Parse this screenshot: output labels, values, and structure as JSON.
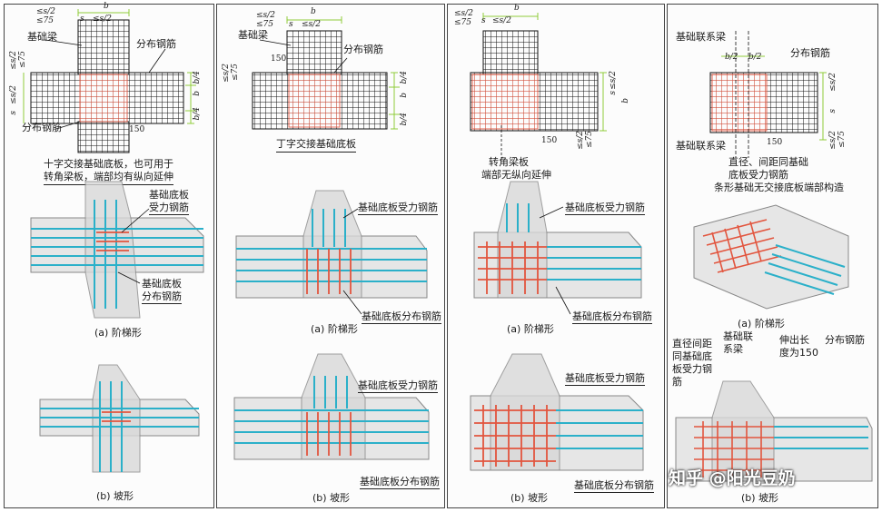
{
  "panel1": {
    "plan_labels": {
      "beam": "基础梁",
      "dist_top": "分布钢筋",
      "dist_bottom": "分布钢筋",
      "dim_b": "b",
      "dim_s2_top": "≤s/2",
      "dim_75_top": "≤75",
      "dim_s_top": "s",
      "dim_s2_top2": "≤s/2",
      "dim_s2_left": "≤s/2",
      "dim_75_left": "≤75",
      "dim_s_left": "s",
      "dim_s2_left2": "≤s/2",
      "dim_b4_a": "b/4",
      "dim_b_r": "b",
      "dim_b4_b": "b/4",
      "dim_150": "150"
    },
    "caption_line1": "十字交接基础底板，也可用于",
    "caption_line2": "转角梁板，端部均有纵向延伸",
    "iso_a_labels": {
      "force": "基础底板",
      "force2": "受力钢筋",
      "dist": "基础底板",
      "dist2": "分布钢筋"
    },
    "sub_a": "(a) 阶梯形",
    "sub_b": "(b) 坡形"
  },
  "panel2": {
    "plan_labels": {
      "beam": "基础梁",
      "dist": "分布钢筋",
      "dim_b": "b",
      "dim_s2_top": "≤s/2",
      "dim_75_top": "≤75",
      "dim_s_top": "s",
      "dim_s2_top2": "≤s/2",
      "dim_150": "150",
      "dim_s2_left": "≤s/2",
      "dim_75_left": "≤75",
      "dim_b4_a": "b/4",
      "dim_b_r": "b",
      "dim_b4_b": "b/4"
    },
    "caption": "丁字交接基础底板",
    "iso_a_force": "基础底板受力钢筋",
    "iso_a_dist": "基础底板分布钢筋",
    "sub_a": "(a) 阶梯形",
    "iso_b_force": "基础底板受力钢筋",
    "iso_b_dist": "基础底板分布钢筋",
    "sub_b": "(b) 坡形"
  },
  "panel3": {
    "plan_labels": {
      "dim_b": "b",
      "dim_s2_top": "≤s/2",
      "dim_75_top": "≤75",
      "dim_s_top": "s",
      "dim_s2_top2": "≤s/2",
      "dim_s2_r": "≤s/2",
      "dim_s_r": "s",
      "dim_b_r": "b",
      "dim_150": "150",
      "dim_s2_b": "≤s/2",
      "dim_75_b": "≤75"
    },
    "caption_line1": "转角梁板",
    "caption_line2": "端部无纵向延伸",
    "iso_a_force": "基础底板受力钢筋",
    "iso_a_dist": "基础底板分布钢筋",
    "sub_a": "(a) 阶梯形",
    "iso_b_force": "基础底板受力钢筋",
    "iso_b_dist": "基础底板分布钢筋",
    "sub_b": "(b) 坡形"
  },
  "panel4": {
    "plan_labels": {
      "tie_top": "基础联系梁",
      "dist": "分布钢筋",
      "dim_b2_a": "b/2",
      "dim_b2_b": "b/2",
      "dim_s2_r": "≤s/2",
      "dim_s_r": "s",
      "dim_s2_r2": "≤s/2",
      "dim_75_r": "≤75",
      "tie_bottom": "基础联系梁",
      "dim_150": "150"
    },
    "caption_line1": "直径、间距同基础",
    "caption_line2": "底板受力钢筋",
    "caption_line3": "条形基础无交接底板端部构造",
    "sub_a": "(a) 阶梯形",
    "iso_b_labels": {
      "l1": "直径间距",
      "l2": "同基础底",
      "l3": "板受力钢",
      "l4": "筋",
      "m1": "基础联",
      "m2": "系梁",
      "n1": "伸出长",
      "n2": "度为150",
      "dist": "分布钢筋"
    },
    "sub_b": "(b) 坡形"
  },
  "watermark": "知乎 @阳光豆奶",
  "colors": {
    "force": "#e2553e",
    "dist": "#2bb0c9",
    "dim": "#8fcc3a",
    "grid": "#111111"
  }
}
